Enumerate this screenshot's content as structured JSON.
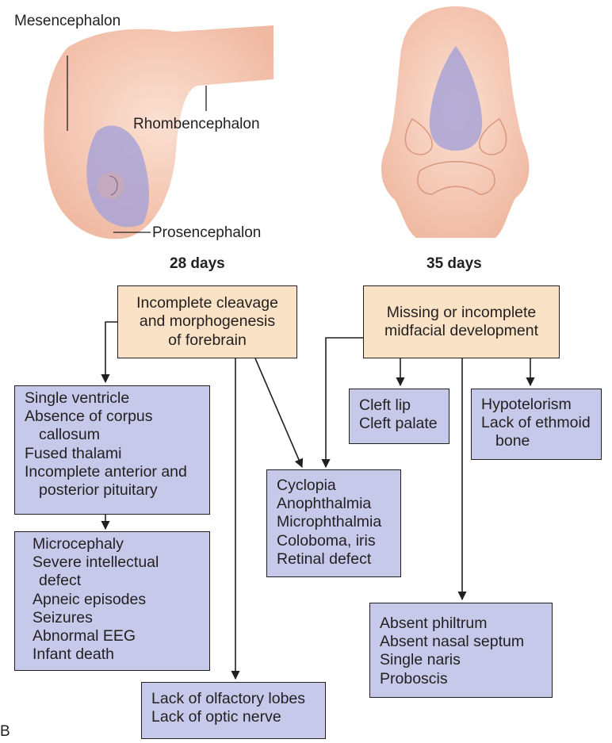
{
  "embryo_labels": {
    "mesencephalon": "Mesencephalon",
    "rhombencephalon": "Rhombencephalon",
    "prosencephalon": "Prosencephalon"
  },
  "stages": {
    "left": "28 days",
    "right": "35 days"
  },
  "cause_boxes": {
    "forebrain": [
      "Incomplete cleavage",
      "and morphogenesis",
      "of forebrain"
    ],
    "midface": [
      "Missing or incomplete",
      "midfacial development"
    ]
  },
  "effect_boxes": {
    "ventricle": [
      "Single ventricle",
      "Absence of corpus",
      "callosum",
      "Fused thalami",
      "Incomplete anterior and",
      "posterior pituitary"
    ],
    "microcephaly": [
      "Microcephaly",
      "Severe intellectual",
      "defect",
      "Apneic episodes",
      "Seizures",
      "Abnormal EEG",
      "Infant death"
    ],
    "olfactory": [
      "Lack of olfactory lobes",
      "Lack of optic nerve"
    ],
    "cyclopia": [
      "Cyclopia",
      "Anophthalmia",
      "Microphthalmia",
      "Coloboma, iris",
      "Retinal defect"
    ],
    "cleft": [
      "Cleft lip",
      "Cleft palate"
    ],
    "hypotelorism": [
      "Hypotelorism",
      "Lack of ethmoid",
      "bone"
    ],
    "philtrum": [
      "Absent philtrum",
      "Absent nasal septum",
      "Single naris",
      "Proboscis"
    ]
  },
  "panel_mark": "B",
  "colors": {
    "cause_fill": "#f9e2c5",
    "effect_fill": "#c7c9ea",
    "embryo_fill": "#f5c9b3",
    "neural_fill": "#a9a3d6",
    "line": "#231f20"
  }
}
